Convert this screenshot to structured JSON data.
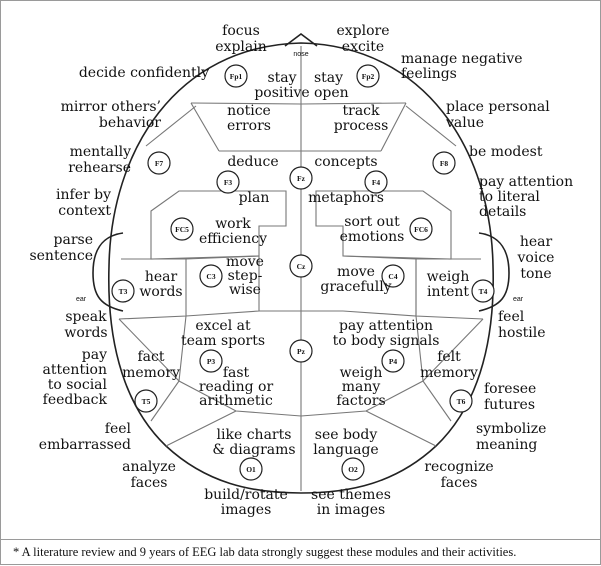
{
  "head_labels": {
    "nose": "nose",
    "ear_left": "ear",
    "ear_right": "ear"
  },
  "electrodes": {
    "Fp1": "Fp1",
    "Fp2": "Fp2",
    "F7": "F7",
    "F3": "F3",
    "Fz": "Fz",
    "F4": "F4",
    "F8": "F8",
    "FC5": "FC5",
    "FC6": "FC6",
    "T3": "T3",
    "C3": "C3",
    "Cz": "Cz",
    "C4": "C4",
    "T4": "T4",
    "P3": "P3",
    "Pz": "Pz",
    "P4": "P4",
    "T5": "T5",
    "T6": "T6",
    "O1": "O1",
    "O2": "O2"
  },
  "outside": {
    "focus_explain": [
      "focus",
      "explain"
    ],
    "explore_excite": [
      "explore",
      "excite"
    ],
    "manage_negative_feelings": [
      "manage negative",
      "feelings"
    ],
    "decide_confidently": [
      "decide confidently"
    ],
    "mirror_others_behavior": [
      "mirror others’",
      "behavior"
    ],
    "place_personal_value": [
      "place personal",
      "value"
    ],
    "mentally_rehearse": [
      "mentally",
      "rehearse"
    ],
    "be_modest": [
      "be modest"
    ],
    "infer_by_context": [
      "infer by",
      "context"
    ],
    "pay_attention_literal": [
      "pay attention",
      "to literal",
      "details"
    ],
    "parse_sentence": [
      "parse",
      "sentence"
    ],
    "hear_voice_tone": [
      "hear",
      "voice",
      "tone"
    ],
    "speak_words": [
      "speak",
      "words"
    ],
    "feel_hostile": [
      "feel",
      "hostile"
    ],
    "pay_attention_social": [
      "pay",
      "attention",
      "to social",
      "feedback"
    ],
    "foresee_futures": [
      "foresee",
      "futures"
    ],
    "feel_embarrassed": [
      "feel",
      "embarrassed"
    ],
    "symbolize_meaning": [
      "symbolize",
      "meaning"
    ],
    "analyze_faces": [
      "analyze",
      "faces"
    ],
    "recognize_faces": [
      "recognize",
      "faces"
    ],
    "build_rotate_images": [
      "build/rotate",
      "images"
    ],
    "see_themes_in_images": [
      "see themes",
      "in images"
    ]
  },
  "inside": {
    "stay_positive": [
      "stay",
      "positive"
    ],
    "stay_open": [
      "stay",
      "open"
    ],
    "notice_errors": [
      "notice",
      "errors"
    ],
    "track_process": [
      "track",
      "process"
    ],
    "deduce": [
      "deduce"
    ],
    "concepts": [
      "concepts"
    ],
    "plan": [
      "plan"
    ],
    "metaphors": [
      "metaphors"
    ],
    "work_efficiency": [
      "work",
      "efficiency"
    ],
    "sort_out_emotions": [
      "sort out",
      "emotions"
    ],
    "hear_words": [
      "hear",
      "words"
    ],
    "move_stepwise": [
      "move",
      "step-",
      "wise"
    ],
    "move_gracefully": [
      "move",
      "gracefully"
    ],
    "weigh_intent": [
      "weigh",
      "intent"
    ],
    "excel_team_sports": [
      "excel at",
      "team sports"
    ],
    "pay_attention_body": [
      "pay attention",
      "to body signals"
    ],
    "fact_memory": [
      "fact",
      "memory"
    ],
    "felt_memory": [
      "felt",
      "memory"
    ],
    "fast_reading": [
      "fast",
      "reading or",
      "arithmetic"
    ],
    "weigh_many_factors": [
      "weigh",
      "many",
      "factors"
    ],
    "like_charts": [
      "like charts",
      "& diagrams"
    ],
    "see_body_language": [
      "see body",
      "language"
    ]
  },
  "footnote": "* A literature review and 9 years of EEG lab data strongly suggest these modules and their activities."
}
